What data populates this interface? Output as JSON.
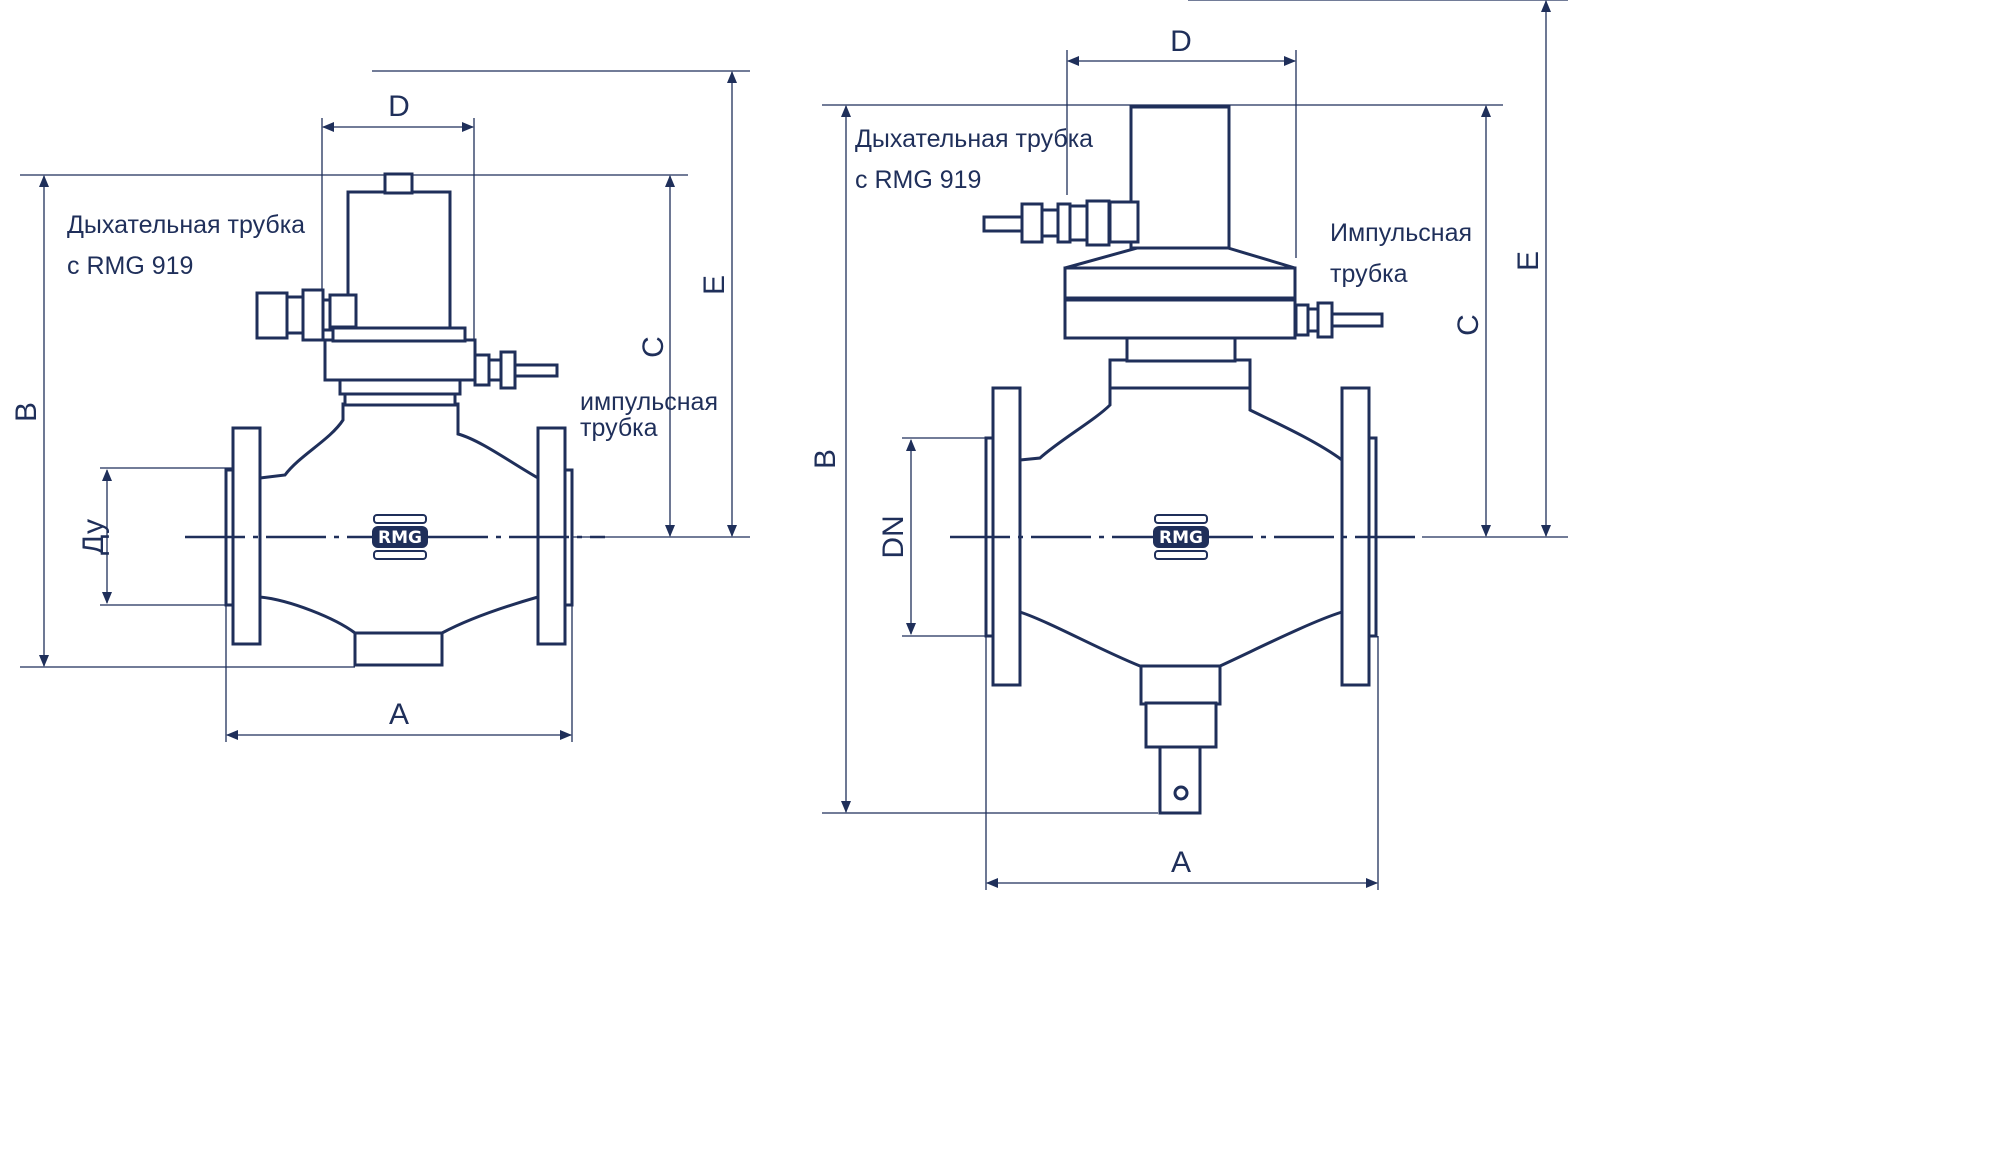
{
  "diagram": {
    "colors": {
      "line": "#1f2f5a",
      "background": "#ffffff"
    },
    "left_valve": {
      "dimensions": {
        "a": "A",
        "b": "B",
        "c": "C",
        "d": "D",
        "e": "E",
        "nominal": "Ду"
      },
      "breather_note": {
        "line1": "Дыхательная трубка",
        "line2": "с RMG 919"
      },
      "impulse_note": {
        "line1": "импульсная",
        "line2": "трубка"
      },
      "logo": "RMG"
    },
    "right_valve": {
      "dimensions": {
        "a": "A",
        "b": "B",
        "c": "C",
        "d": "D",
        "e": "E",
        "nominal": "DN"
      },
      "breather_note": {
        "line1": "Дыхательная трубка",
        "line2": "с RMG 919"
      },
      "impulse_note": {
        "line1": "Импульсная",
        "line2": "трубка"
      },
      "logo": "RMG"
    }
  }
}
